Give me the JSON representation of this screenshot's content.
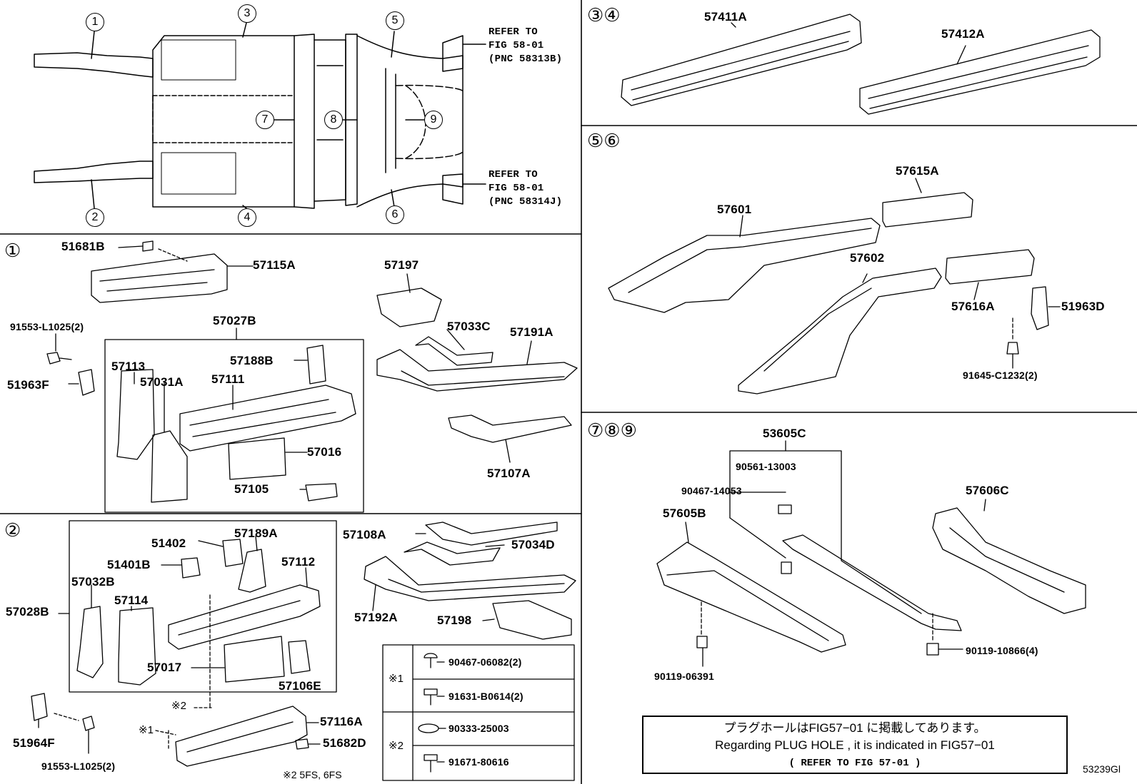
{
  "refer_top": [
    "REFER TO",
    "FIG 58-01",
    "(PNC 58313B)"
  ],
  "refer_bottom": [
    "REFER TO",
    "FIG 58-01",
    "(PNC 58314J)"
  ],
  "overview_markers": [
    "1",
    "2",
    "3",
    "4",
    "5",
    "6",
    "7",
    "8",
    "9"
  ],
  "section_headers": {
    "s1": "①",
    "s2": "②",
    "s34": "③④",
    "s56": "⑤⑥",
    "s789": "⑦⑧⑨"
  },
  "parts": {
    "p51681B": "51681B",
    "p57115A": "57115A",
    "p91553a": "91553-L1025(2)",
    "p51963F": "51963F",
    "p57027B": "57027B",
    "p57113": "57113",
    "p57031A": "57031A",
    "p57111": "57111",
    "p57188B": "57188B",
    "p57016": "57016",
    "p57105": "57105",
    "p57197": "57197",
    "p57033C": "57033C",
    "p57191A": "57191A",
    "p57107A": "57107A",
    "p51402": "51402",
    "p57189A": "57189A",
    "p51401B": "51401B",
    "p57112": "57112",
    "p57032B": "57032B",
    "p57114": "57114",
    "p57028B": "57028B",
    "p57017": "57017",
    "p57106E": "57106E",
    "p57108A": "57108A",
    "p57034D": "57034D",
    "p57192A": "57192A",
    "p57198": "57198",
    "p57116A": "57116A",
    "p51682D": "51682D",
    "p51964F": "51964F",
    "p91553b": "91553-L1025(2)",
    "mark2": "※2",
    "mark1": "※1",
    "p57411A": "57411A",
    "p57412A": "57412A",
    "p57615A": "57615A",
    "p57601": "57601",
    "p57602": "57602",
    "p57616A": "57616A",
    "p51963D": "51963D",
    "p91645": "91645-C1232(2)",
    "p53605C": "53605C",
    "p90561": "90561-13003",
    "p90467b": "90467-14053",
    "p57605B": "57605B",
    "p57606C": "57606C",
    "p90119a": "90119-06391",
    "p90119b": "90119-10866(4)"
  },
  "fastener_table": {
    "group1_mark": "※1",
    "group2_mark": "※2",
    "rows": [
      "90467-06082(2)",
      "91631-B0614(2)",
      "90333-25003",
      "91671-80616"
    ]
  },
  "footnote": "※2 5FS, 6FS",
  "note": {
    "line1": "プラグホールはFIG57−01 に掲載してあります。",
    "line2": "Regarding PLUG HOLE , it is indicated in FIG57−01",
    "line3": "(   REFER TO FIG 57-01   )"
  },
  "figure_id": "53239Gl"
}
